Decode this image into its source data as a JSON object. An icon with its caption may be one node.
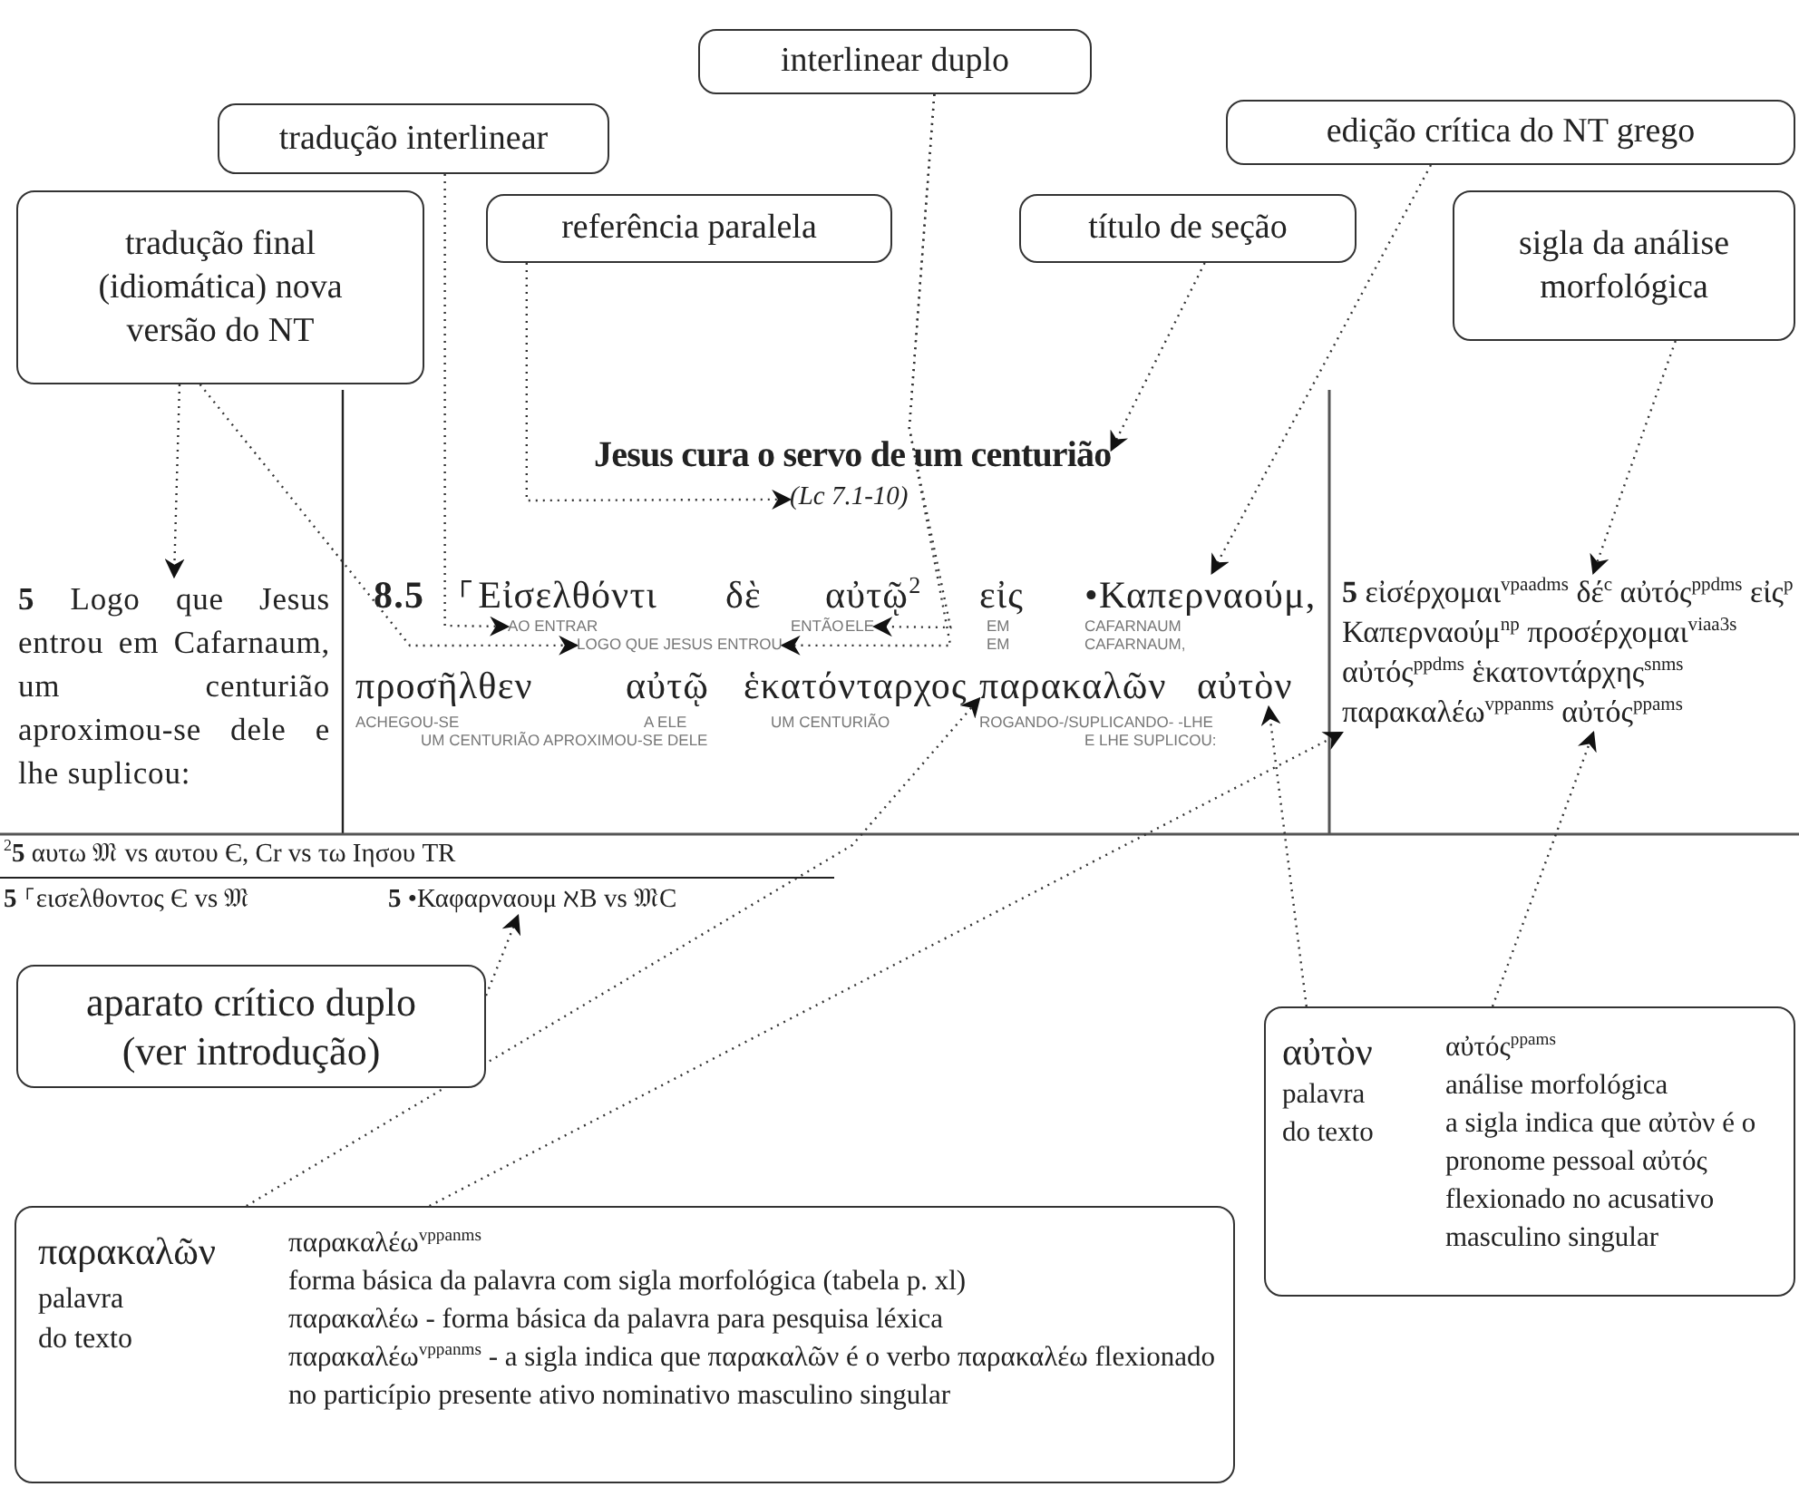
{
  "diagram": {
    "nodes": [
      {
        "text": [
          "tradução interlinear"
        ]
      },
      {
        "text": [
          "interlinear duplo"
        ]
      },
      {
        "text": [
          "edição crítica do NT grego"
        ]
      },
      {
        "text": [
          "tradução final (idiomática) nova versão do NT"
        ]
      },
      {
        "text": [
          "referência paralela"
        ]
      },
      {
        "text": [
          "título de seção"
        ]
      },
      {
        "text": [
          "sigla da análise morfológica"
        ]
      },
      {
        "text": [
          "aparato crítico duplo (ver introdução)"
        ]
      },
      {
        "text": [
          "παρακαλῶν",
          "palavra do texto",
          "παρακαλέω$^{vppanms}$",
          "forma básica da palavra com sigla morfológica (tabela p. xl)",
          "παρακαλέω - forma básica da palavra para pesquisa léxica",
          "παρακαλέω$^{vppanms}$ - a sigla indica que παρακαλῶν é o verbo παρακαλέω flexionado no particípio presente ativo nominativo masculino singular"
        ]
      },
      {
        "text": [
          "αὐτὸν",
          "palavra do texto",
          "αὐτός$^{ppams}$",
          "análise morfológica",
          "a sigla indica que αὐτὸν é o pronome pessoal αὐτός flexionado no acusativo masculino singular"
        ]
      },
      {
        "text": [
          "Jesus cura o servo de um centurião"
        ]
      },
      {
        "text": [
          "(Lc 7.1-10)"
        ]
      },
      {
        "text": [
          "**5** Logo que Jesus entrou em Cafarnaum, um centurião aproximou-se dele e lhe suplicou:"
        ]
      },
      {
        "text": [
          "AO ENTRAR"
        ]
      },
      {
        "text": [
          "ELE"
        ]
      },
      {
        "text": [
          "LOGO QUE JESUS ENTROU"
        ]
      },
      {
        "text": [
          "•Καπερναούμ,"
        ]
      },
      {
        "text": [
          "παρακαλῶν"
        ]
      },
      {
        "text": [
          "αὐτὸν"
        ]
      },
      {
        "text": [
          "**5** εἰσέρχομαι$^{vpaadms}$ δέ$^{c}$ αὐτός$^{ppdms}$ εἰς$^{p}$ Καπερναούμ$^{np}$ προσέρχομαι$^{viaa3s}$ αὐτός$^{ppdms}$ ἑκατοντάρχης$^{snms}$ παρακαλέω$^{vppanms}$ αὐτός$^{ppams}$"
        ]
      },
      {
        "text": [
          "**5** •Καφαρναουμ ℵB vs 𝔐C"
        ]
      }
    ],
    "edges": [
      {
        "from": 3,
        "to": 12,
        "arrow": "to"
      },
      {
        "from": 3,
        "to": 15,
        "arrow": "to"
      },
      {
        "from": 0,
        "to": 13,
        "arrow": "to"
      },
      {
        "from": 1,
        "to": 14,
        "arrow": "to"
      },
      {
        "from": 1,
        "to": 15,
        "arrow": "to"
      },
      {
        "from": 4,
        "to": 11,
        "arrow": "to"
      },
      {
        "from": 5,
        "to": 10,
        "arrow": "to"
      },
      {
        "from": 2,
        "to": 16,
        "arrow": "to"
      },
      {
        "from": 6,
        "to": 19,
        "arrow": "to"
      },
      {
        "from": 7,
        "to": 20,
        "arrow": "to"
      },
      {
        "from": 8,
        "to": 17,
        "arrow": "to"
      },
      {
        "from": 8,
        "to": 19,
        "arrow": "to"
      },
      {
        "from": 9,
        "to": 18,
        "arrow": "to"
      },
      {
        "from": 9,
        "to": 19,
        "arrow": "to"
      }
    ],
    "labels": [
      "8.5",
      "⸀Εἰσελθόντι",
      "δὲ",
      "αὐτῷ$^{2}$",
      "εἰς",
      "ENTÃO",
      "EM",
      "CAFARNAUM",
      "EM",
      "CAFARNAUM,",
      "προσῆλθεν",
      "αὐτῷ",
      "ἑκατόνταρχος",
      "ACHEGOU-SE",
      "A ELE",
      "UM CENTURIÃO",
      "ROGANDO-/SUPLICANDO- -LHE",
      "UM CENTURIÃO APROXIMOU-SE DELE",
      "E LHE SUPLICOU:",
      "$^{2}$**5** αυτω 𝔐 vs αυτου Є, Cr vs τω Ιησου TR",
      "**5** ⸀εισελθοντος Є vs 𝔐"
    ]
  }
}
